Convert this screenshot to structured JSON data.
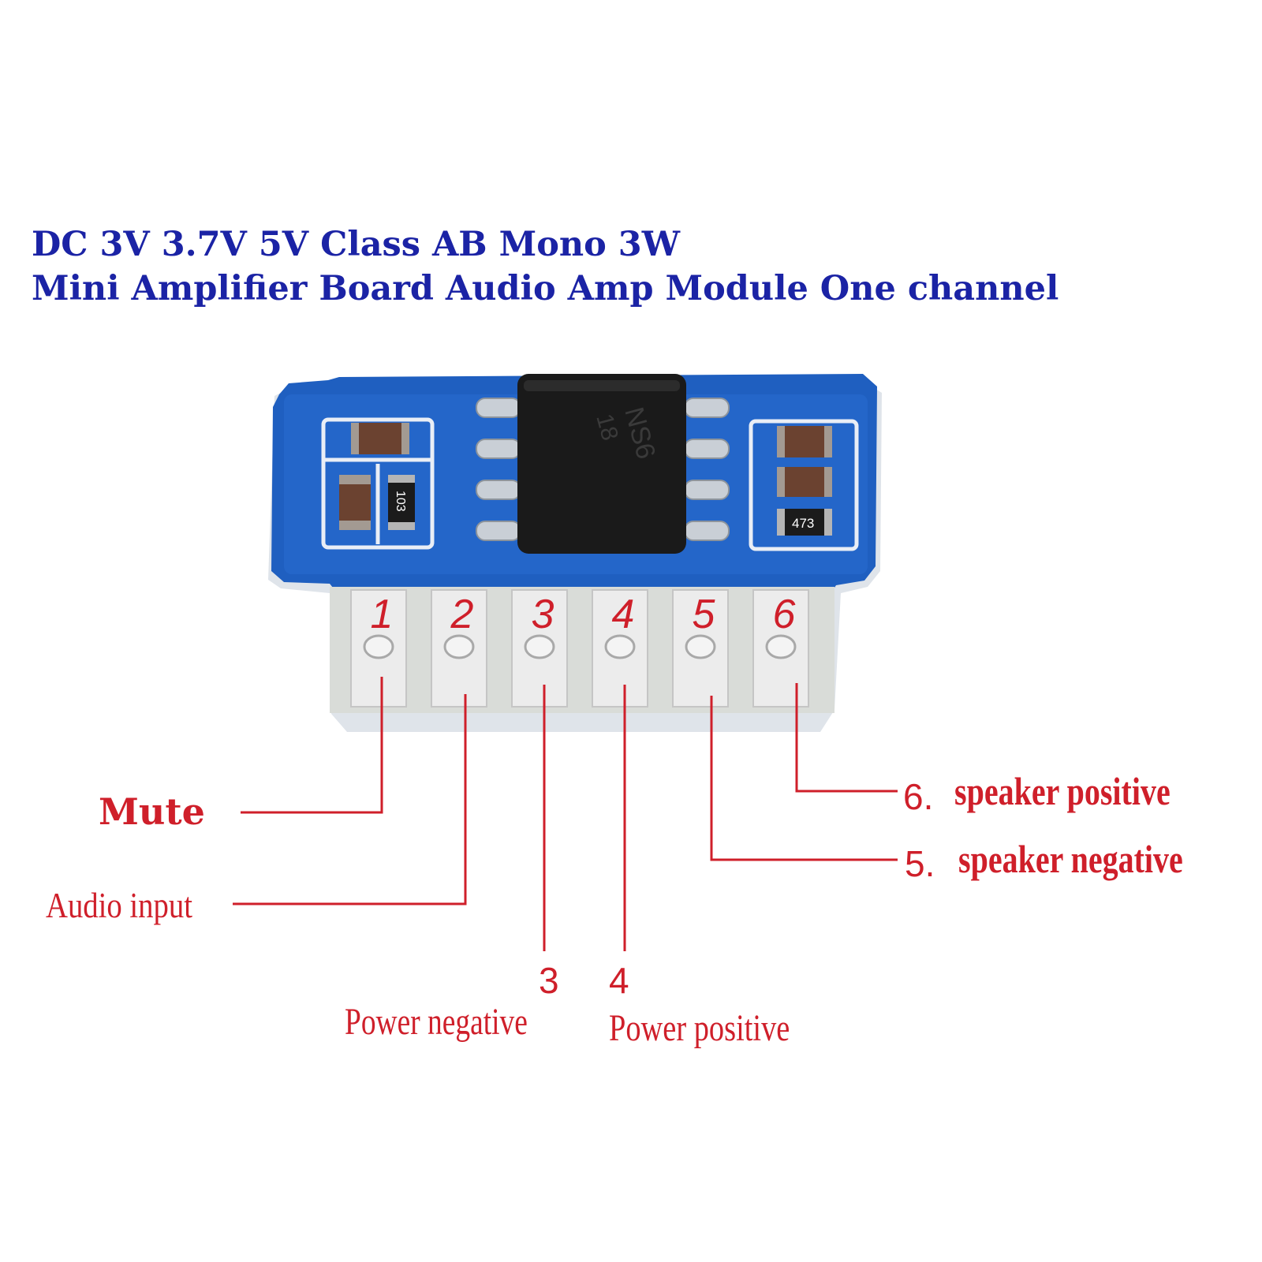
{
  "title": {
    "line1": "DC 3V 3.7V 5V Class AB Mono 3W",
    "line2": "Mini Amplifier Board Audio Amp Module One channel"
  },
  "board": {
    "chip_marking_1": "NS6",
    "chip_marking_2": "18",
    "resistor_marking_1": "103",
    "resistor_marking_2": "473",
    "pad_numbers": [
      "1",
      "2",
      "3",
      "4",
      "5",
      "6"
    ]
  },
  "pins": {
    "mute": "Mute",
    "audio_input": "Audio input",
    "power_negative_num": "3",
    "power_negative": "Power negative",
    "power_positive_num": "4",
    "power_positive": "Power positive",
    "speaker_positive_num": "6.",
    "speaker_positive": "speaker positive",
    "speaker_negative_num": "5.",
    "speaker_negative": "speaker negative"
  },
  "colors": {
    "title": "#1b23a5",
    "labels": "#cf1f2a",
    "pcb": "#1f5fc0",
    "chip": "#1a1a1a",
    "pads": "#e6e6e6"
  }
}
